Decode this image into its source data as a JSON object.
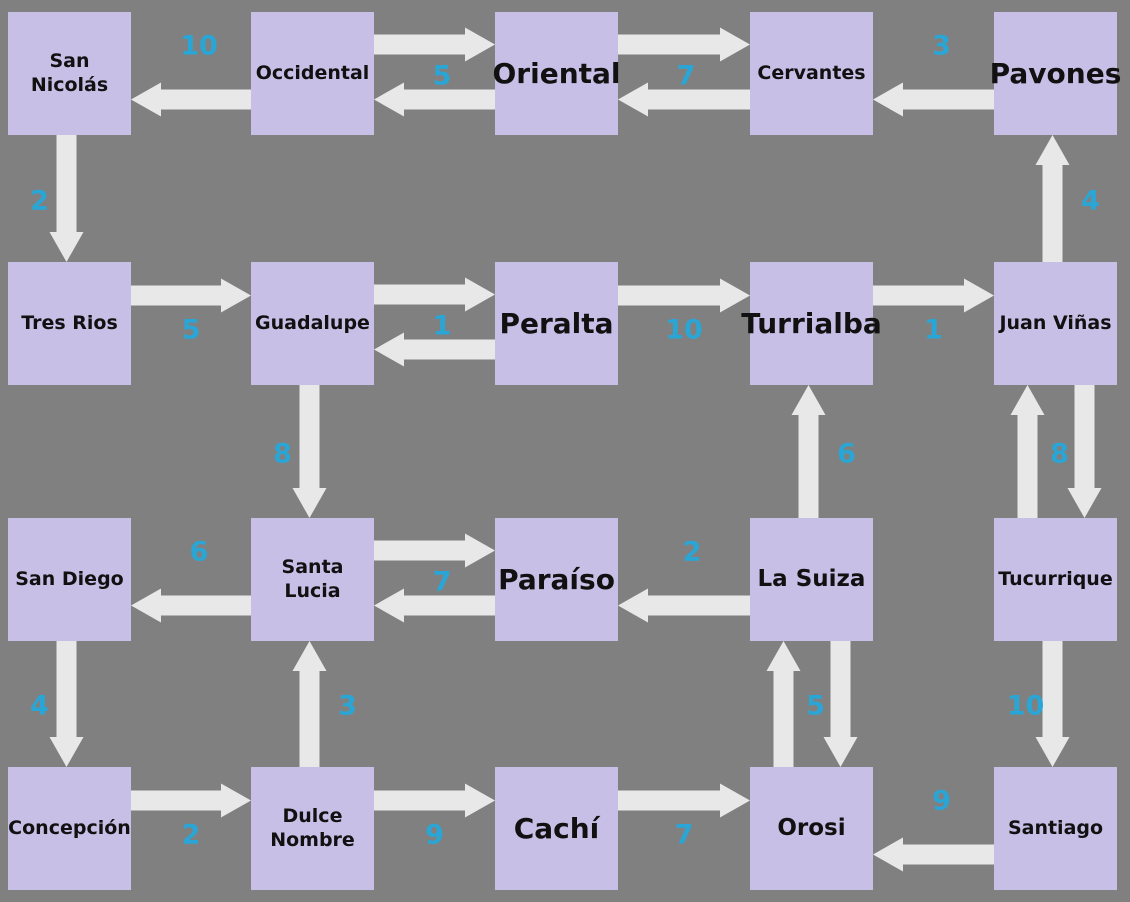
{
  "diagram": {
    "nodes": [
      {
        "id": "san-nicolas",
        "label": "San\nNicolás",
        "emphasis": "small"
      },
      {
        "id": "occidental",
        "label": "Occidental",
        "emphasis": "small"
      },
      {
        "id": "oriental",
        "label": "Oriental",
        "emphasis": "large"
      },
      {
        "id": "cervantes",
        "label": "Cervantes",
        "emphasis": "small"
      },
      {
        "id": "pavones",
        "label": "Pavones",
        "emphasis": "large"
      },
      {
        "id": "tres-rios",
        "label": "Tres Rios",
        "emphasis": "small"
      },
      {
        "id": "guadalupe",
        "label": "Guadalupe",
        "emphasis": "small"
      },
      {
        "id": "peralta",
        "label": "Peralta",
        "emphasis": "large"
      },
      {
        "id": "turrialba",
        "label": "Turrialba",
        "emphasis": "large"
      },
      {
        "id": "juan-vinas",
        "label": "Juan Viñas",
        "emphasis": "small"
      },
      {
        "id": "san-diego",
        "label": "San Diego",
        "emphasis": "small"
      },
      {
        "id": "santa-lucia",
        "label": "Santa Lucia",
        "emphasis": "small"
      },
      {
        "id": "paraiso",
        "label": "Paraíso",
        "emphasis": "large"
      },
      {
        "id": "la-suiza",
        "label": "La Suiza",
        "emphasis": "medium"
      },
      {
        "id": "tucurrique",
        "label": "Tucurrique",
        "emphasis": "small"
      },
      {
        "id": "concepcion",
        "label": "Concepción",
        "emphasis": "small"
      },
      {
        "id": "dulce-nombre",
        "label": "Dulce\nNombre",
        "emphasis": "small"
      },
      {
        "id": "cachi",
        "label": "Cachí",
        "emphasis": "large"
      },
      {
        "id": "orosi",
        "label": "Orosi",
        "emphasis": "medium"
      },
      {
        "id": "santiago",
        "label": "Santiago",
        "emphasis": "small"
      }
    ],
    "edges": [
      {
        "from": "occidental",
        "to": "san-nicolas",
        "weight": "10"
      },
      {
        "from": "occidental",
        "to": "oriental",
        "weight": "5"
      },
      {
        "from": "oriental",
        "to": "occidental",
        "weight": ""
      },
      {
        "from": "oriental",
        "to": "cervantes",
        "weight": "7"
      },
      {
        "from": "cervantes",
        "to": "oriental",
        "weight": ""
      },
      {
        "from": "pavones",
        "to": "cervantes",
        "weight": "3"
      },
      {
        "from": "san-nicolas",
        "to": "tres-rios",
        "weight": "2"
      },
      {
        "from": "juan-vinas",
        "to": "pavones",
        "weight": "4"
      },
      {
        "from": "tres-rios",
        "to": "guadalupe",
        "weight": "5"
      },
      {
        "from": "guadalupe",
        "to": "peralta",
        "weight": "1"
      },
      {
        "from": "peralta",
        "to": "guadalupe",
        "weight": ""
      },
      {
        "from": "peralta",
        "to": "turrialba",
        "weight": "10"
      },
      {
        "from": "turrialba",
        "to": "juan-vinas",
        "weight": "1"
      },
      {
        "from": "guadalupe",
        "to": "santa-lucia",
        "weight": "8"
      },
      {
        "from": "la-suiza",
        "to": "turrialba",
        "weight": "6"
      },
      {
        "from": "tucurrique",
        "to": "juan-vinas",
        "weight": "8"
      },
      {
        "from": "juan-vinas",
        "to": "tucurrique",
        "weight": ""
      },
      {
        "from": "santa-lucia",
        "to": "san-diego",
        "weight": "6"
      },
      {
        "from": "santa-lucia",
        "to": "paraiso",
        "weight": "7"
      },
      {
        "from": "paraiso",
        "to": "santa-lucia",
        "weight": ""
      },
      {
        "from": "la-suiza",
        "to": "paraiso",
        "weight": "2"
      },
      {
        "from": "san-diego",
        "to": "concepcion",
        "weight": "4"
      },
      {
        "from": "dulce-nombre",
        "to": "santa-lucia",
        "weight": "3"
      },
      {
        "from": "orosi",
        "to": "la-suiza",
        "weight": "5"
      },
      {
        "from": "la-suiza",
        "to": "orosi",
        "weight": ""
      },
      {
        "from": "tucurrique",
        "to": "santiago",
        "weight": "10"
      },
      {
        "from": "concepcion",
        "to": "dulce-nombre",
        "weight": "2"
      },
      {
        "from": "dulce-nombre",
        "to": "cachi",
        "weight": "9"
      },
      {
        "from": "cachi",
        "to": "orosi",
        "weight": "7"
      },
      {
        "from": "santiago",
        "to": "orosi",
        "weight": "9"
      }
    ],
    "colors": {
      "background": "#808080",
      "node_fill": "#c8bfe6",
      "node_text": "#111111",
      "arrow": "#e8e8e8",
      "weight_text": "#2aa6d6"
    }
  }
}
